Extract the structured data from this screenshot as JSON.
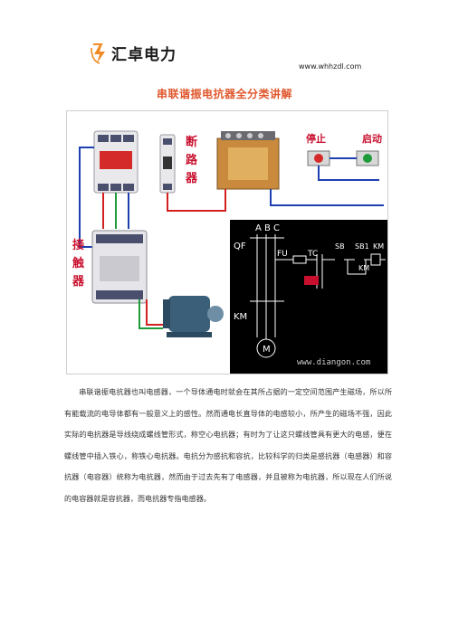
{
  "header": {
    "brand_name": "汇卓电力",
    "logo_icon": "lightning-icon",
    "url": "www.whhzdl.com"
  },
  "title": "串联谐振电抗器全分类讲解",
  "figure": {
    "labels": {
      "breaker": "断路器",
      "contactor": "接触器",
      "stop": "停止",
      "start": "启动",
      "abc": "A B C",
      "qf": "QF",
      "fu": "FU",
      "tc": "TC",
      "sb": "SB",
      "sb1": "SB1",
      "km_top": "KM",
      "km_coil": "KM",
      "km_left": "KM",
      "motor": "M",
      "watermark": "www.diangon.com"
    },
    "colors": {
      "schematic_bg": "#000000",
      "wire_red": "#d32020",
      "wire_green": "#1f9a3a",
      "wire_blue": "#1e3fb0",
      "label_red": "#c8102e"
    }
  },
  "paragraph": "串联谐振电抗器也叫电感器，一个导体通电时就会在其所占据的一定空间范围产生磁场，所以所有能载流的电导体都有一般意义上的感性。然而通电长直导体的电感较小，所产生的磁场不强，因此实际的电抗器是导线绕成螺线管形式，称空心电抗器；有时为了让这只螺线管具有更大的电感，便在螺线管中插入铁心，称铁心电抗器。电抗分为感抗和容抗，比较科学的归类是感抗器（电感器）和容抗器（电容器）统称为电抗器，然而由于过去先有了电感器，并且被称为电抗器，所以现在人们所说的电容器就是容抗器，而电抗器专指电感器。"
}
